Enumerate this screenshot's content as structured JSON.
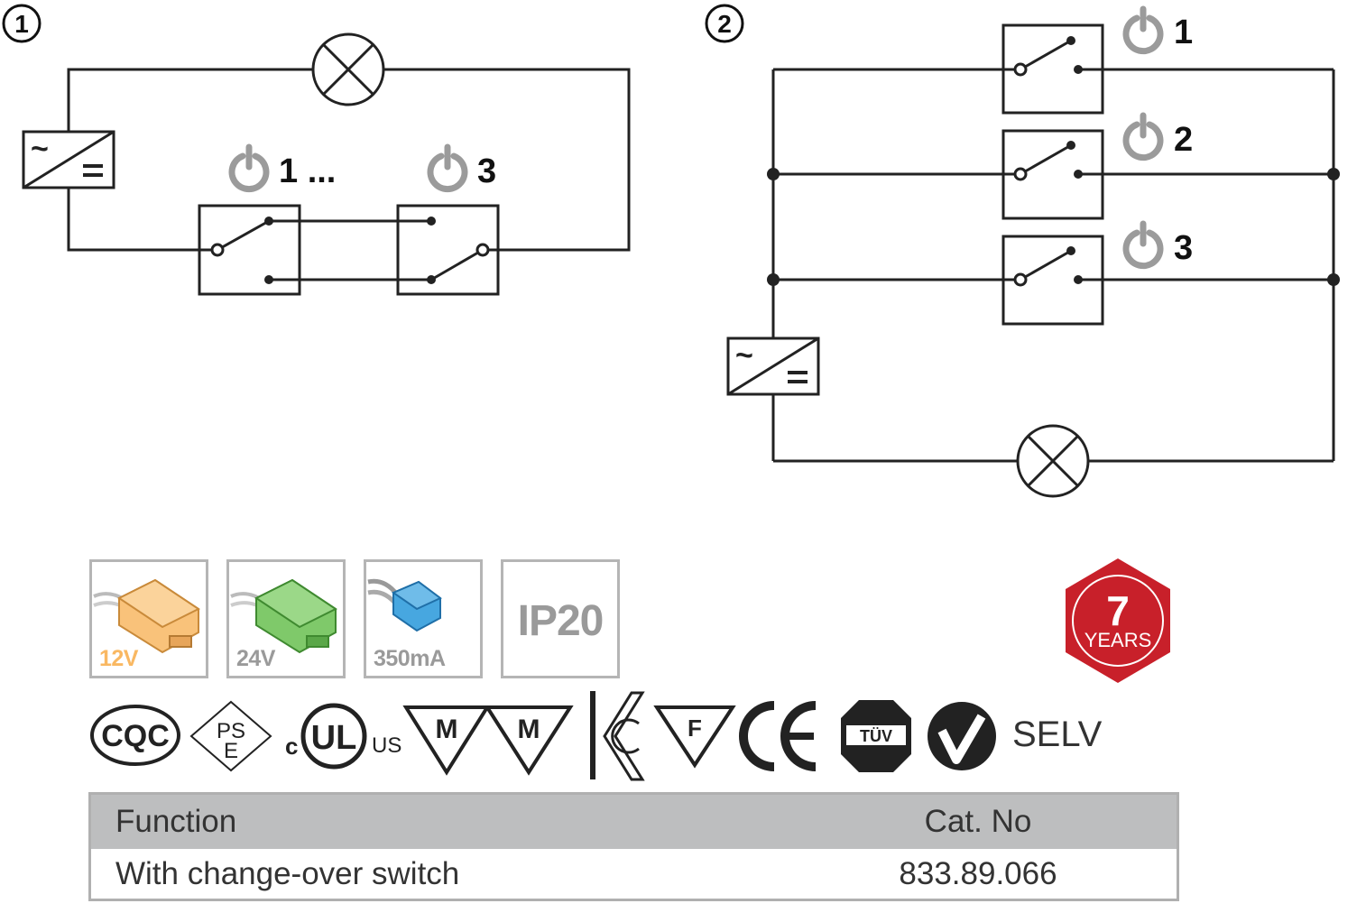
{
  "diagram1": {
    "marker": "1",
    "switch_labels": [
      "1 ...",
      "3"
    ]
  },
  "diagram2": {
    "marker": "2",
    "switch_labels": [
      "1",
      "2",
      "3"
    ]
  },
  "icons": {
    "power": "power-icon",
    "driver": "ac-dc-converter-icon",
    "lamp": "lamp-icon",
    "switch": "change-over-switch-icon"
  },
  "tiles": [
    {
      "label": "12V",
      "color": "#f9b862"
    },
    {
      "label": "24V",
      "color": "#66bb55"
    },
    {
      "label": "350mA",
      "color": "#3aa0dc"
    },
    {
      "label": "IP20",
      "color": "#9a9a9a"
    }
  ],
  "warranty": {
    "number": "7",
    "unit": "YEARS",
    "color": "#c8202a"
  },
  "certifications": {
    "cqc": "CQC",
    "pse_top": "PS",
    "pse_bottom": "E",
    "ul_c": "c",
    "ul": "UL",
    "ul_us": "US",
    "m1": "M",
    "m2": "M",
    "f": "F",
    "ce": "CE",
    "tuv": "TÜV",
    "selv": "SELV"
  },
  "table": {
    "headers": {
      "function": "Function",
      "cat_no": "Cat. No"
    },
    "rows": [
      {
        "function": "With change-over switch",
        "cat_no": "833.89.066"
      }
    ]
  }
}
